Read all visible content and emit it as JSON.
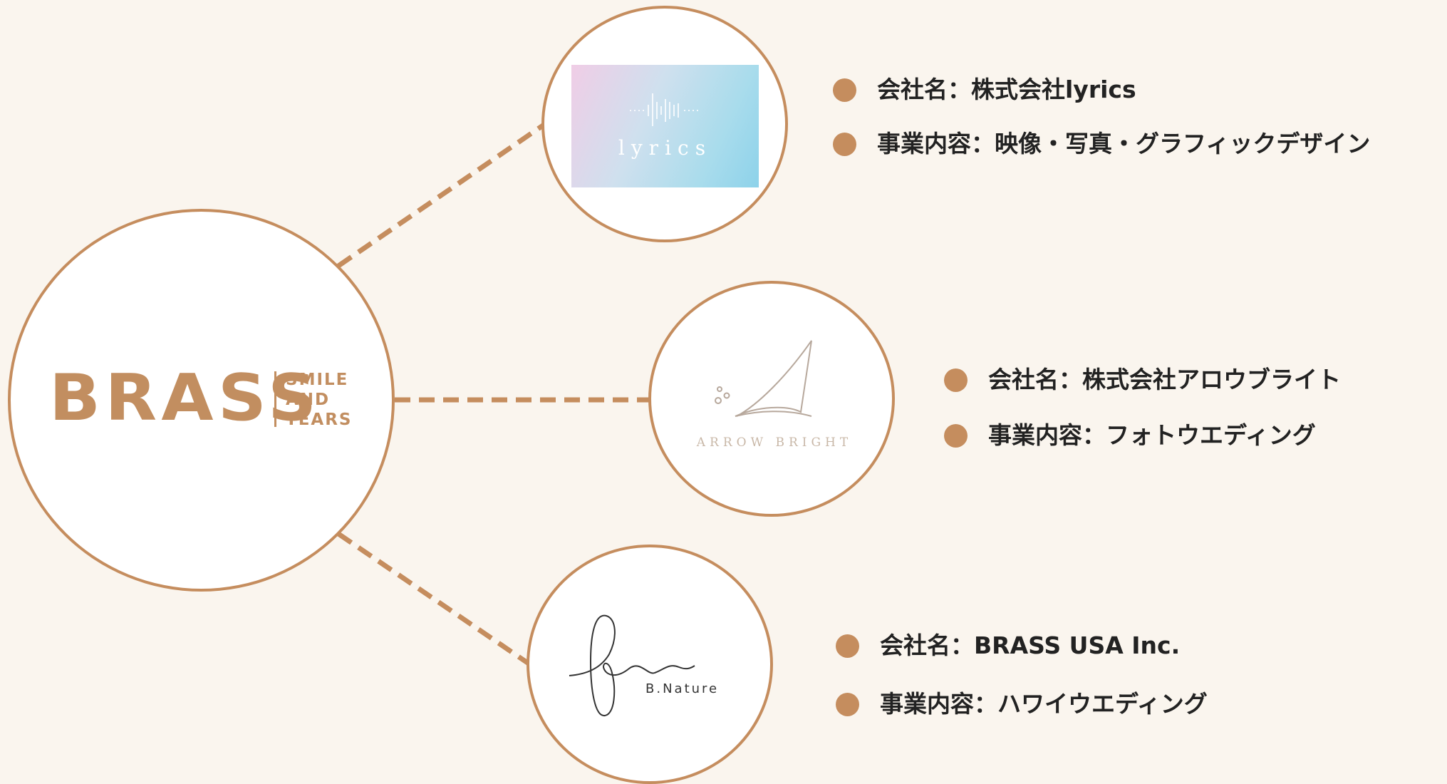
{
  "colors": {
    "background": "#faf5ee",
    "accent": "#c58d5e",
    "text": "#222222"
  },
  "parent": {
    "name": "BRASS",
    "tagline": [
      "SMILE",
      "AND",
      "TEARS"
    ]
  },
  "subsidiaries": [
    {
      "logo_text": "lyrics",
      "company_label": "会社名：株式会社lyrics",
      "business_label": "事業内容：映像・写真・グラフィックデザイン"
    },
    {
      "logo_text": "ARROW BRIGHT",
      "company_label": "会社名：株式会社アロウブライト",
      "business_label": "事業内容：フォトウエディング"
    },
    {
      "logo_text": "B.Nature",
      "company_label": "会社名：BRASS USA Inc.",
      "business_label": "事業内容：ハワイウエディング"
    }
  ]
}
